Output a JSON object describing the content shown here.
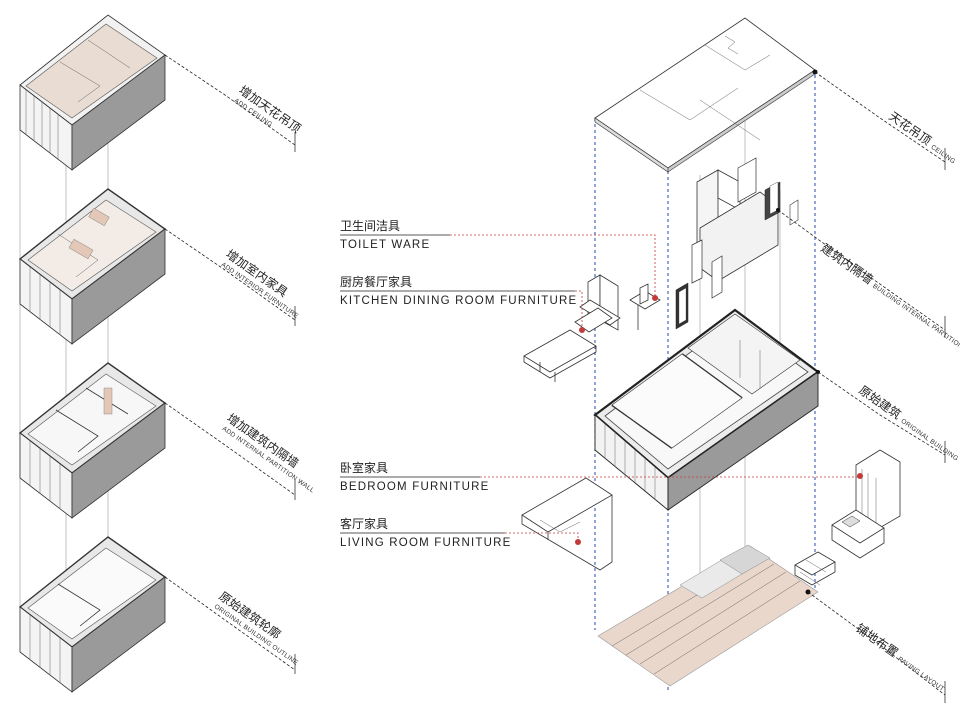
{
  "stack_labels": [
    {
      "cn": "增加天花吊顶",
      "en": "ADD CEILING"
    },
    {
      "cn": "增加室内家具",
      "en": "ADD INTERIOR FURNITURE"
    },
    {
      "cn": "增加建筑内隔墙",
      "en": "ADD INTERNAL PARTITION WALL"
    },
    {
      "cn": "原始建筑轮廓",
      "en": "ORIGINAL BUILDING OUTLINE"
    }
  ],
  "callouts": [
    {
      "cn": "卫生间洁具",
      "en": "TOILET  WARE"
    },
    {
      "cn": "厨房餐厅家具",
      "en": "KITCHEN  DINING  ROOM  FURNITURE"
    },
    {
      "cn": "卧室家具",
      "en": "BEDROOM  FURNITURE"
    },
    {
      "cn": "客厅家具",
      "en": "LIVING  ROOM  FURNITURE"
    }
  ],
  "layer_labels": [
    {
      "cn": "天花吊顶",
      "en": "CEILING"
    },
    {
      "cn": "建筑内隔墙",
      "en": "BUILDING INTERNAL PARTITION"
    },
    {
      "cn": "原始建筑",
      "en": "ORIGINAL BUILDING"
    },
    {
      "cn": "铺地布置",
      "en": "PAVING LAYOUT"
    }
  ],
  "colors": {
    "line": "#333333",
    "wall": "#9a9a9a",
    "wall_dark": "#7e7e7e",
    "floor_tone": "#e9d6cc",
    "accent_red": "#c43a3a",
    "guide_blue": "#3a5bb5"
  }
}
